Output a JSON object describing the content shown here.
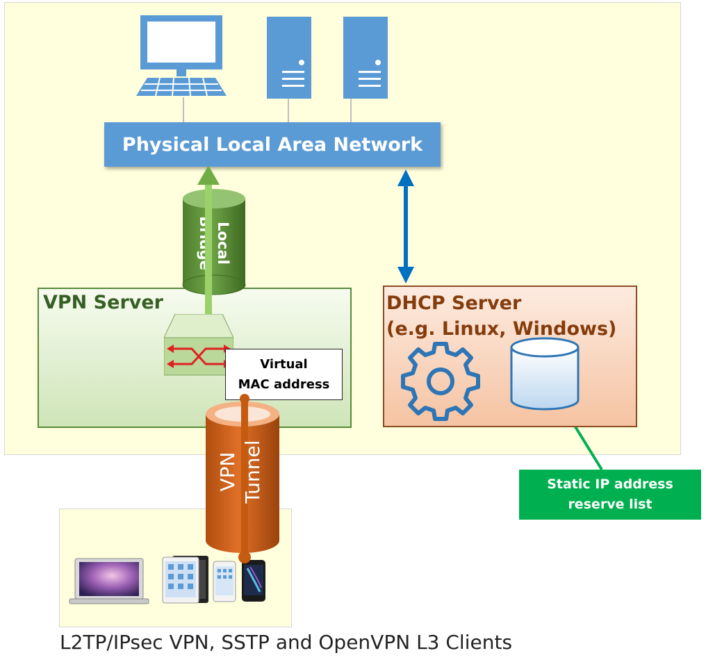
{
  "lan": {
    "label": "Physical Local Area Network"
  },
  "local_bridge": {
    "line1": "Local",
    "line2": "Bridge"
  },
  "vpn_server": {
    "title": "VPN Server"
  },
  "virtual_mac": {
    "line1": "Virtual",
    "line2": "MAC address"
  },
  "dhcp_server": {
    "line1": "DHCP Server",
    "line2": "(e.g. Linux, Windows)"
  },
  "vpn_tunnel": {
    "line1": "VPN",
    "line2": "Tunnel"
  },
  "static_ip": {
    "line1": "Static IP address",
    "line2": "reserve list"
  },
  "caption": "L2TP/IPsec VPN, SSTP and OpenVPN L3 Clients",
  "colors": {
    "lan_blue": "#5b9bd5",
    "bridge_green": "#70ad47",
    "tunnel_orange": "#c55a11",
    "static_green": "#00b050",
    "dhcp_arrow_blue": "#0070c0"
  },
  "icons": [
    "desktop-computer-icon",
    "server-icon",
    "server-icon",
    "switch-icon",
    "gear-icon",
    "database-icon",
    "laptop-icon",
    "tablet-icon",
    "smartphone-icon"
  ]
}
